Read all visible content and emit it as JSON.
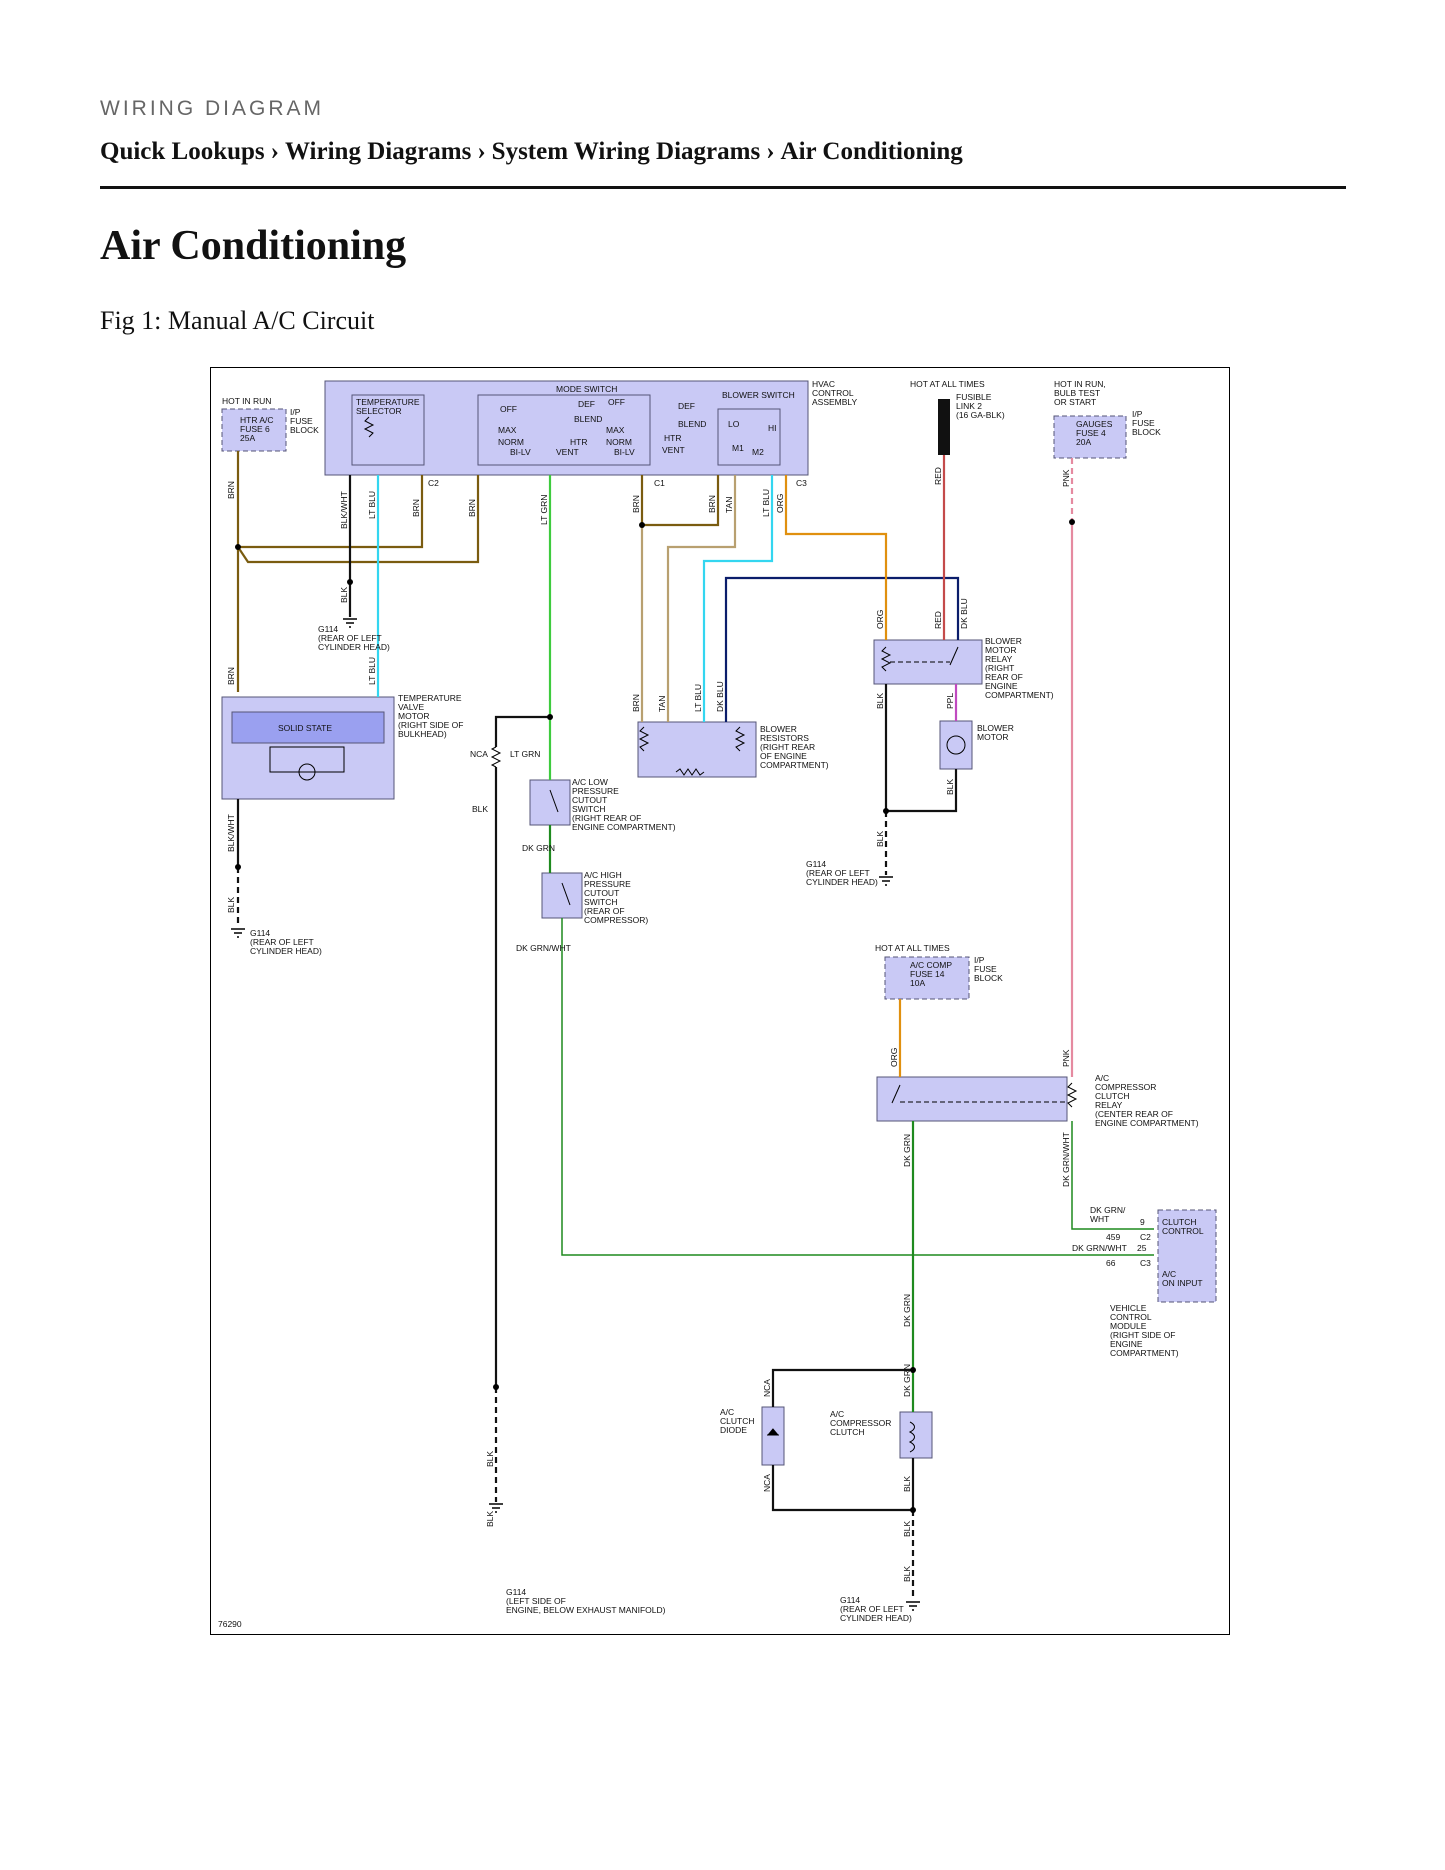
{
  "kicker": "WIRING DIAGRAM",
  "breadcrumb": [
    "Quick Lookups",
    "Wiring Diagrams",
    "System Wiring Diagrams",
    "Air Conditioning"
  ],
  "breadcrumb_sep": "›",
  "page_title": "Air Conditioning",
  "figure_caption": "Fig 1: Manual A/C Circuit",
  "diagram_id": "76290",
  "colors": {
    "component_fill": "#c9c9f5",
    "component_stroke": "#555577",
    "wire_brn": "#7a5c10",
    "wire_lt_blu": "#33d6f0",
    "wire_lt_grn": "#3ecb3e",
    "wire_dk_grn": "#1f8a1f",
    "wire_org": "#e0900f",
    "wire_red": "#c44b4b",
    "wire_pnk": "#e58aa0",
    "wire_dk_blu": "#0b1d6b",
    "wire_tan": "#b8a070",
    "wire_blk": "#111111",
    "wire_ppl": "#c04ac0"
  },
  "labels": {
    "hot_in_run": "HOT IN RUN",
    "ip_fuse_block": "I/P\nFUSE\nBLOCK",
    "htr_fuse": "HTR A/C\nFUSE 6\n25A",
    "temp_selector": "TEMPERATURE\nSELECTOR",
    "mode_switch": "MODE SWITCH",
    "blower_switch": "BLOWER SWITCH",
    "hvac_assembly": "HVAC\nCONTROL\nASSEMBLY",
    "hot_at_all_times": "HOT AT ALL TIMES",
    "fusible_link": "FUSIBLE\nLINK 2\n(16 GA-BLK)",
    "hot_in_run_bulb": "HOT IN RUN,\nBULB TEST\nOR START",
    "gauges_fuse": "GAUGES\nFUSE 4\n20A",
    "g114_left_head": "G114\n(REAR OF LEFT\nCYLINDER HEAD)",
    "temp_valve_motor": "TEMPERATURE\nVALVE\nMOTOR\n(RIGHT SIDE OF\nBULKHEAD)",
    "solid_state": "SOLID STATE",
    "blower_motor_relay": "BLOWER\nMOTOR\nRELAY\n(RIGHT\nREAR OF\nENGINE\nCOMPARTMENT)",
    "blower_resistors": "BLOWER\nRESISTORS\n(RIGHT REAR\nOF ENGINE\nCOMPARTMENT)",
    "blower_motor": "BLOWER\nMOTOR",
    "low_pressure_switch": "A/C LOW\nPRESSURE\nCUTOUT\nSWITCH\n(RIGHT REAR OF\nENGINE COMPARTMENT)",
    "high_pressure_switch": "A/C HIGH\nPRESSURE\nCUTOUT\nSWITCH\n(REAR OF\nCOMPRESSOR)",
    "ac_comp_fuse": "A/C COMP\nFUSE 14\n10A",
    "compressor_clutch_relay": "A/C\nCOMPRESSOR\nCLUTCH\nRELAY\n(CENTER REAR OF\nENGINE COMPARTMENT)",
    "clutch_control": "CLUTCH\nCONTROL",
    "ac_on_input": "A/C\nON INPUT",
    "vcm": "VEHICLE\nCONTROL\nMODULE\n(RIGHT SIDE OF\nENGINE\nCOMPARTMENT)",
    "clutch_diode": "A/C\nCLUTCH\nDIODE",
    "compressor_clutch": "A/C\nCOMPRESSOR\nCLUTCH",
    "g114_exhaust": "G114\n(LEFT SIDE OF\nENGINE, BELOW EXHAUST MANIFOLD)",
    "nca": "NCA",
    "dk_grn_wht_9": "DK GRN/\nWHT",
    "circuit_459": "459",
    "circuit_66": "66",
    "pin_9": "9",
    "pin_25": "25",
    "conn_c1": "C1",
    "conn_c2": "C2",
    "conn_c3": "C3"
  },
  "mode_positions": [
    "OFF",
    "DEF",
    "OFF",
    "DEF",
    "BLEND",
    "BLEND",
    "MAX",
    "NORM",
    "BI-LV",
    "HTR",
    "VENT",
    "MAX",
    "NORM",
    "BI-LV",
    "HTR",
    "VENT"
  ],
  "blower_positions": [
    "LO",
    "HI",
    "M1",
    "M2"
  ],
  "wires": {
    "brn": "BRN",
    "blk_wht": "BLK/WHT",
    "lt_blu": "LT BLU",
    "lt_grn": "LT GRN",
    "tan": "TAN",
    "org": "ORG",
    "red": "RED",
    "pnk": "PNK",
    "dk_blu": "DK BLU",
    "blk": "BLK",
    "ppl": "PPL",
    "dk_grn": "DK GRN",
    "dk_grn_wht": "DK GRN/WHT"
  }
}
